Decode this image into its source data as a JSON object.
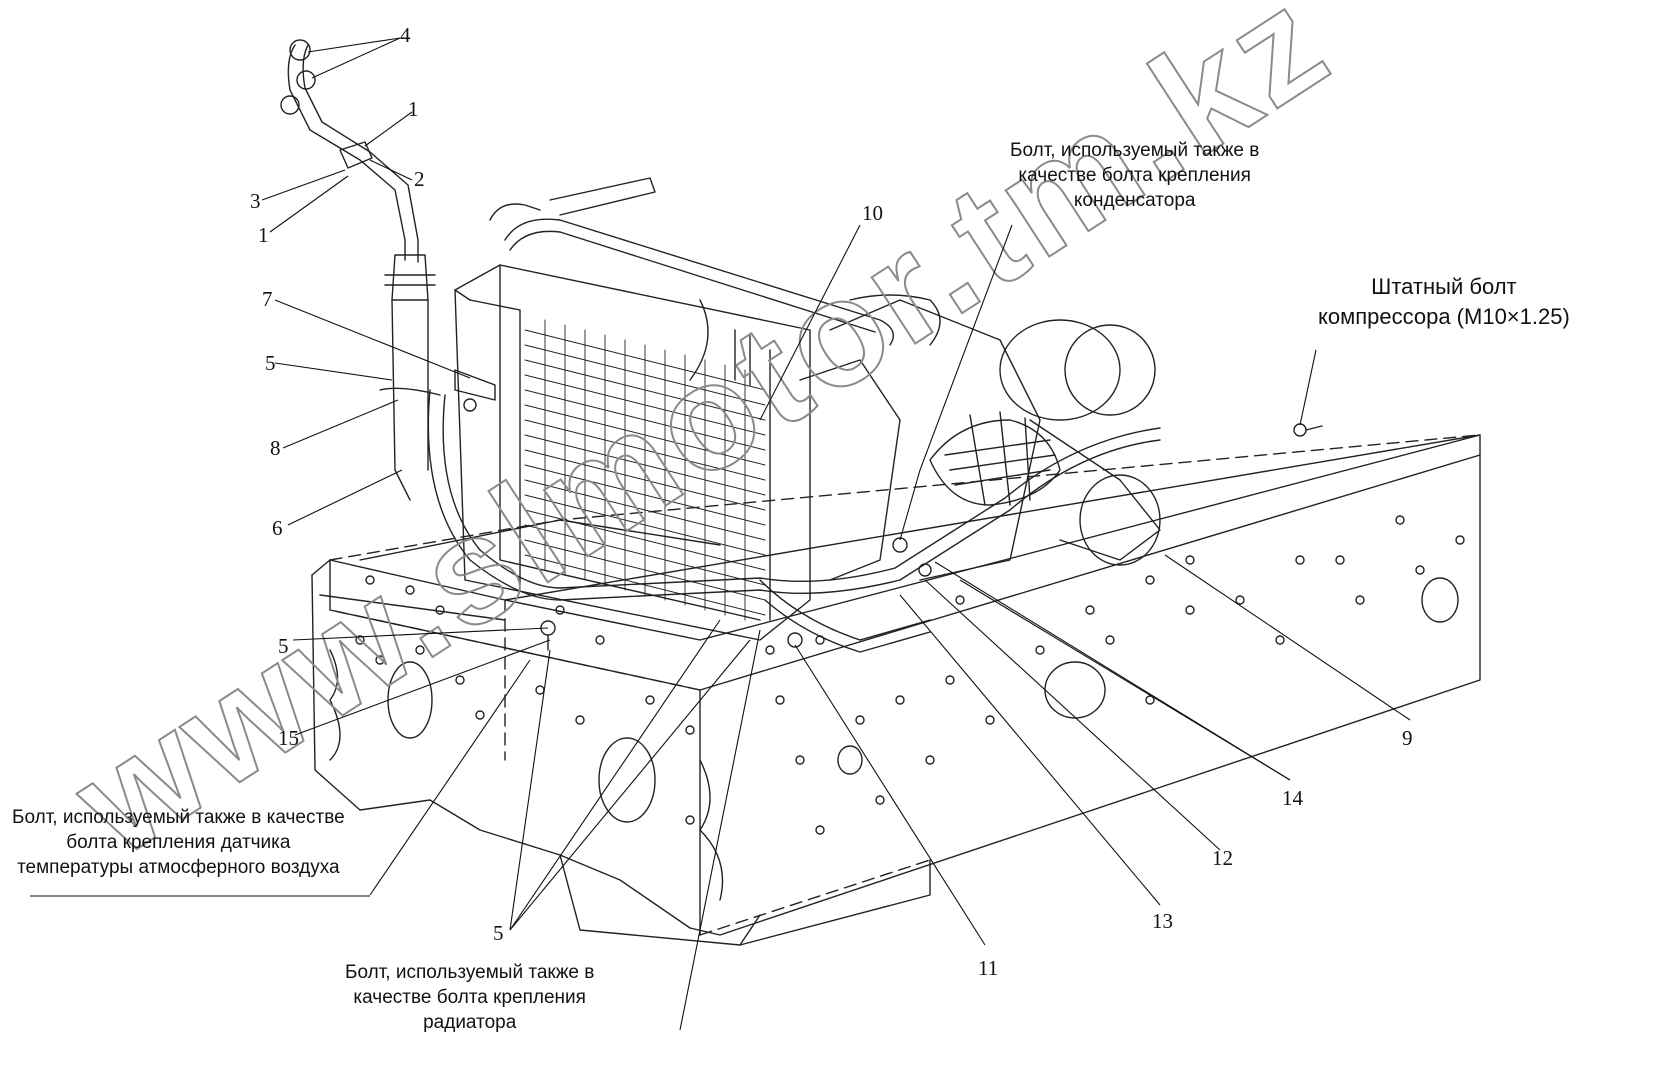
{
  "callouts": {
    "c1a": "1",
    "c1b": "1",
    "c2": "2",
    "c3": "3",
    "c4": "4",
    "c5a": "5",
    "c5b": "5",
    "c5c": "5",
    "c6": "6",
    "c7": "7",
    "c8": "8",
    "c9": "9",
    "c10": "10",
    "c11": "11",
    "c12": "12",
    "c13": "13",
    "c14": "14",
    "c15": "15"
  },
  "notes": {
    "condenser_bolt": [
      "Болт, используемый также в",
      "качестве болта крепления",
      "конденсатора"
    ],
    "compressor_bolt": [
      "Штатный болт",
      "компрессора (М10×1.25)"
    ],
    "sensor_bolt": [
      "Болт, используемый также в качестве",
      "болта крепления датчика",
      "температуры атмосферного воздуха"
    ],
    "radiator_bolt": [
      "Болт, используемый также в",
      "качестве болта крепления",
      "радиатора"
    ]
  },
  "watermark": "www.slmotor.tm.kz"
}
